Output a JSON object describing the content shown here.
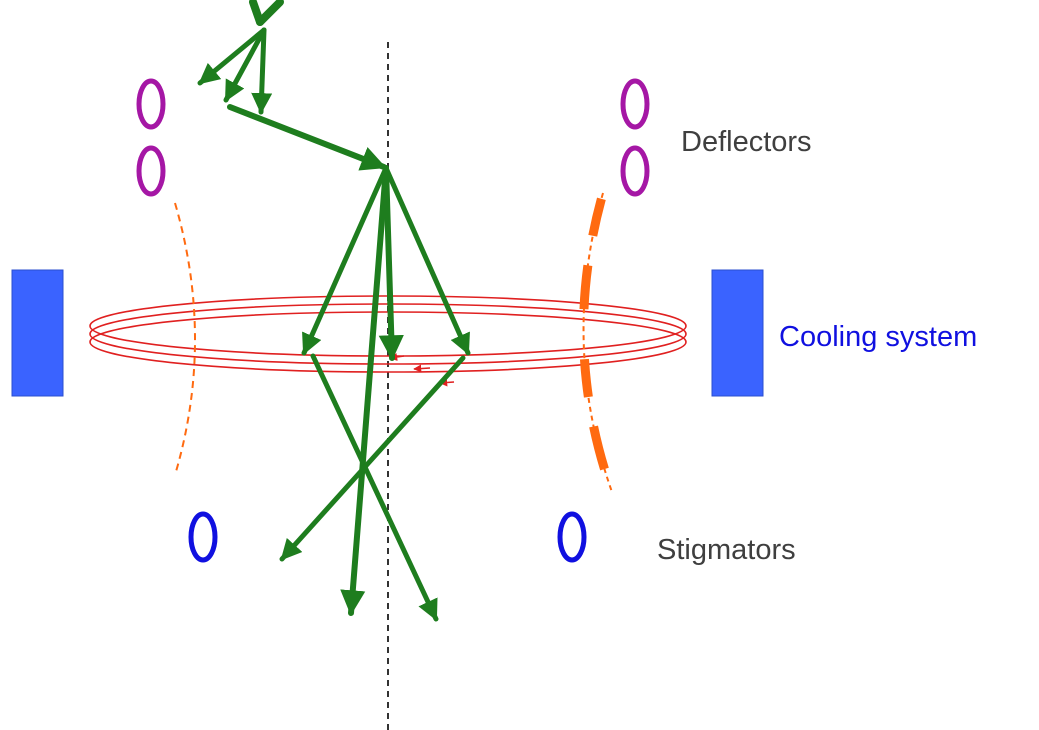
{
  "labels": {
    "deflectors": "Deflectors",
    "cooling_system": "Cooling system",
    "stigmators": "Stigmators"
  },
  "colors": {
    "beam": "#1e7d1e",
    "deflector": "#a517a5",
    "stigmator": "#1010e0",
    "cooling_block": "#3a63ff",
    "ring": "#e02020",
    "electrode": "#ff6a10",
    "axis": "#333333",
    "label_dark": "#3f3f3f",
    "label_blue": "#1010e0"
  }
}
